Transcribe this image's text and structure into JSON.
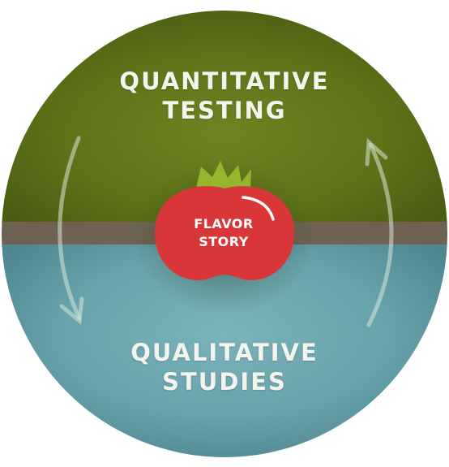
{
  "top_section": {
    "line1": "QUANTITATIVE",
    "line2": "TESTING",
    "color": "#5e7318"
  },
  "bottom_section": {
    "line1": "QUALITATIVE",
    "line2": "STUDIES",
    "color": "#6aa5ac"
  },
  "center": {
    "line1": "FLAVOR",
    "line2": "STORY",
    "tomato_color": "#d9363a",
    "leaf_color": "#95b52d"
  },
  "divider_color": "#6e6352",
  "arrows": {
    "left": "arrow-down-icon",
    "right": "arrow-up-icon"
  }
}
